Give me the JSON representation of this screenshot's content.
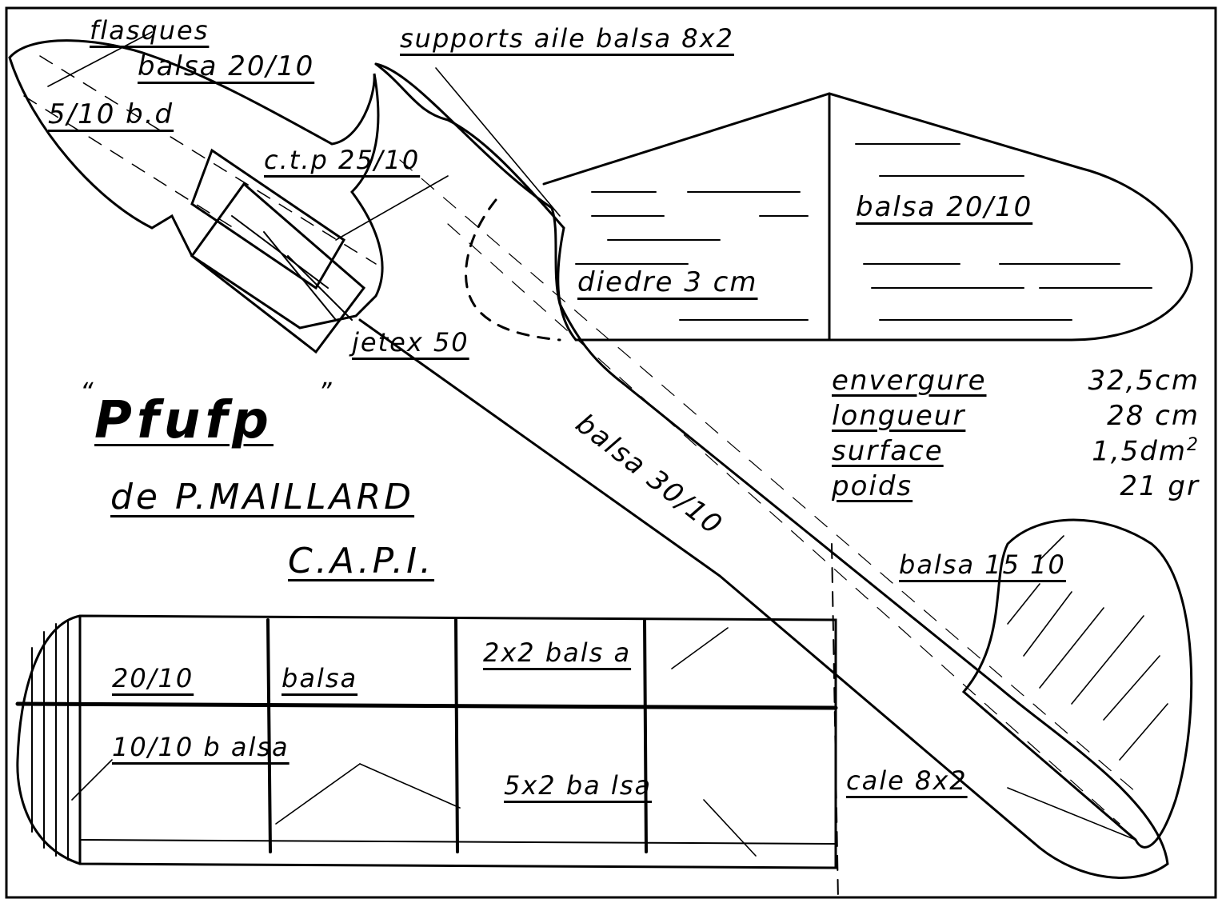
{
  "title": {
    "name": "Pfufp",
    "quote_open": "“",
    "quote_close": "”",
    "author": "de P.MAILLARD",
    "club": "C.A.P.I."
  },
  "labels": {
    "flasques": "flasques",
    "balsa_20_10_top": "balsa 20/10",
    "bd": "5/10 b.d",
    "supports_aile": "supports aile  balsa 8x2",
    "ctp": "c.t.p  25/10",
    "jetex": "jetex 50",
    "balsa_20_10_stab": "balsa 20/10",
    "diedre": "diedre  3 cm",
    "balsa_30_10": "balsa 30/10",
    "balsa_15_10": "balsa 15 10",
    "cale": "cale 8x2",
    "wing_2x2": "2x2  bals a",
    "wing_20_10": "20/10",
    "wing_balsa": "balsa",
    "wing_10_10": "10/10  b alsa",
    "wing_5x2": "5x2  ba lsa"
  },
  "specs": [
    {
      "key": "envergure",
      "value": "32,5cm"
    },
    {
      "key": "longueur",
      "value": "28  cm"
    },
    {
      "key": "surface",
      "value": "1,5dm",
      "sup": "2"
    },
    {
      "key": "poids",
      "value": "21 gr"
    }
  ],
  "colors": {
    "ink": "#000000",
    "paper": "#ffffff"
  }
}
